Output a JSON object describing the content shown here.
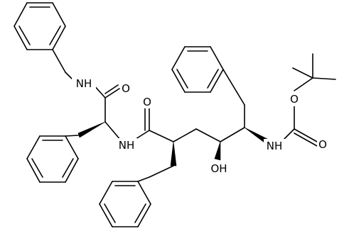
{
  "diagram": {
    "type": "skeletal-structure",
    "atom_labels": {
      "nh_benzyl": "NH",
      "o_amide_top": "O",
      "nh_amide_mid": "NH",
      "o_amide_mid": "O",
      "oh": "OH",
      "nh_carbamate": "NH",
      "o_ester": "O",
      "o_carbonyl": "O"
    }
  }
}
